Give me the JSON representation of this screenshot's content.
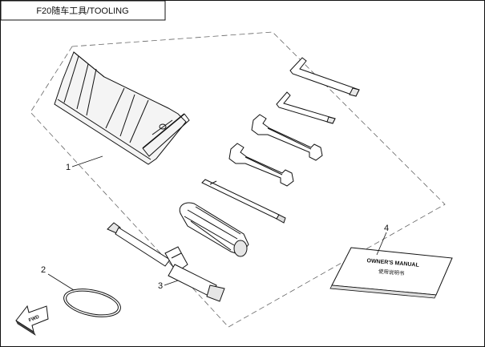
{
  "header": {
    "title": "F20随车工具/TOOLING"
  },
  "callouts": [
    {
      "number": "1",
      "part": "tool-pouch"
    },
    {
      "number": "2",
      "part": "o-ring"
    },
    {
      "number": "3",
      "part": "socket-wrench"
    },
    {
      "number": "4",
      "part": "owners-manual"
    }
  ],
  "manual": {
    "line1": "OWNER'S MANUAL",
    "line2": "使用说明书"
  },
  "direction": {
    "label": "FWD",
    "icon": "direction-arrow-icon"
  },
  "colors": {
    "stroke": "#111111",
    "background": "#ffffff",
    "dashed": "#555555"
  }
}
